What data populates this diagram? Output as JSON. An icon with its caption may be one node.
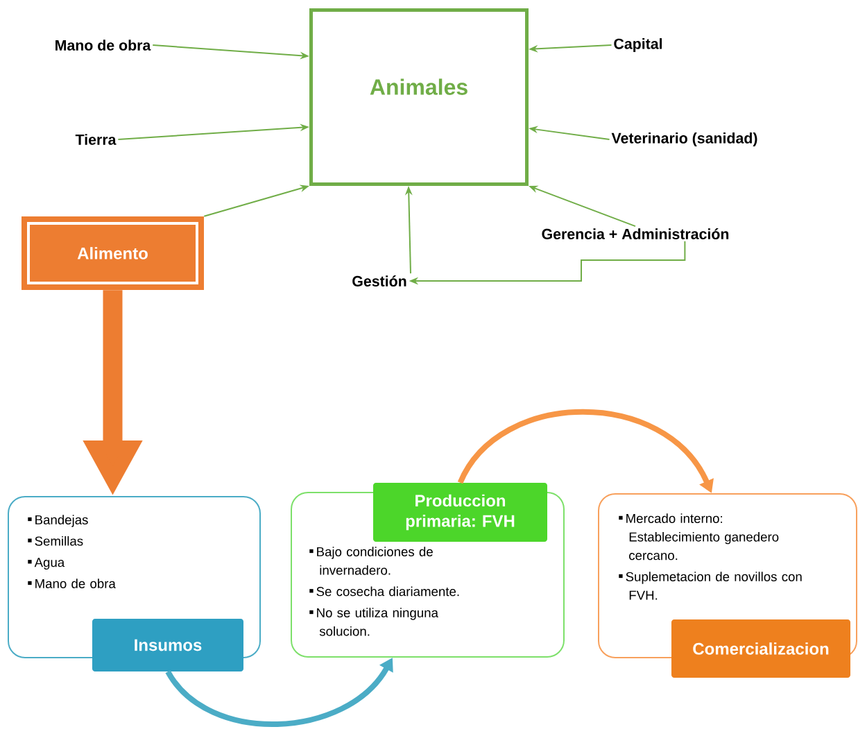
{
  "diagram": {
    "nodes": [
      {
        "text": [
          "Animales"
        ]
      },
      {
        "text": [
          "Mano de obra"
        ]
      },
      {
        "text": [
          "Tierra"
        ]
      },
      {
        "text": [
          "Alimento"
        ]
      },
      {
        "text": [
          "Capital"
        ]
      },
      {
        "text": [
          "Veterinario (sanidad)"
        ]
      },
      {
        "text": [
          "Gerencia + Administración"
        ]
      },
      {
        "text": [
          "Gestión"
        ]
      },
      {
        "text": [
          "Bandejas",
          "Semillas",
          "Agua",
          "Mano de obra",
          "Insumos"
        ]
      },
      {
        "text": [
          "Produccion primaria: FVH",
          "Bajo condiciones de invernadero.",
          "Se cosecha diariamente.",
          "No se utiliza ninguna solucion."
        ]
      },
      {
        "text": [
          "Mercado interno: Establecimiento ganedero cercano.",
          "Suplemetacion de novillos con FVH.",
          "Comercializacion"
        ]
      }
    ],
    "edges": [
      {
        "from": 1,
        "to": 0,
        "arrow": "to"
      },
      {
        "from": 2,
        "to": 0,
        "arrow": "to"
      },
      {
        "from": 3,
        "to": 0,
        "arrow": "to"
      },
      {
        "from": 4,
        "to": 0,
        "arrow": "to"
      },
      {
        "from": 5,
        "to": 0,
        "arrow": "to"
      },
      {
        "from": 6,
        "to": 0,
        "arrow": "to"
      },
      {
        "from": 7,
        "to": 0,
        "arrow": "to"
      },
      {
        "from": 6,
        "to": 7,
        "arrow": "to"
      },
      {
        "from": 3,
        "to": 8,
        "arrow": "to",
        "style": "thick",
        "color": "#ed7d31"
      },
      {
        "from": 8,
        "to": 9,
        "arrow": "to",
        "style": "thick",
        "color": "#4bacc6"
      },
      {
        "from": 9,
        "to": 10,
        "arrow": "to",
        "style": "thick",
        "color": "#f79646"
      }
    ]
  }
}
